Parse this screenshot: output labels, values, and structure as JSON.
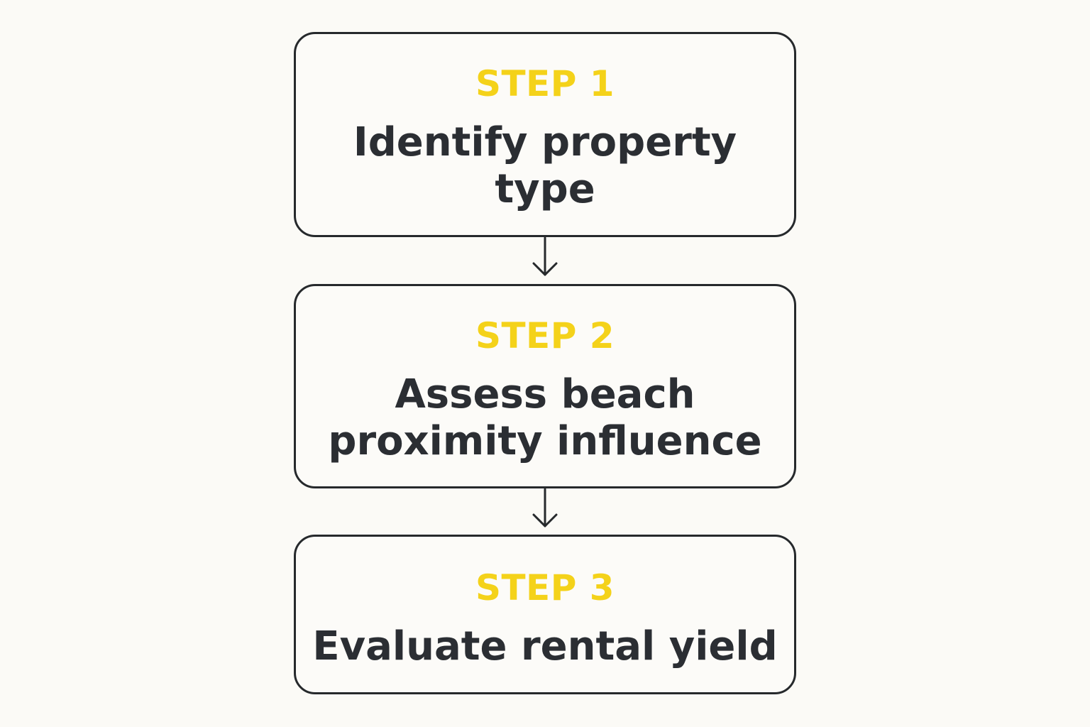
{
  "steps": [
    {
      "label": "STEP 1",
      "text": "Identify property type"
    },
    {
      "label": "STEP 2",
      "text": "Assess beach proximity influence"
    },
    {
      "label": "STEP 3",
      "text": "Evaluate rental yield"
    }
  ],
  "colors": {
    "background": "#fbfaf6",
    "step_label": "#f4d21a",
    "step_text": "#2b2e33",
    "border": "#26292c"
  },
  "icons": {
    "connector": "arrow-down-icon"
  }
}
